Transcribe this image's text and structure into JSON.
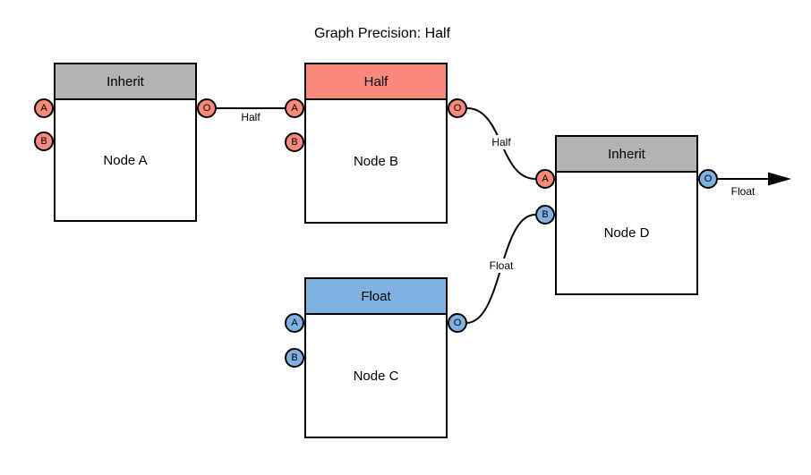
{
  "title": "Graph Precision: Half",
  "colors": {
    "inherit_header": "#B3B3B3",
    "half": "#F9897B",
    "float": "#7FB2E2",
    "stroke": "#000000",
    "node_fill": "#FFFFFF"
  },
  "nodes": [
    {
      "name": "Node A",
      "header": "Inherit",
      "header_color": "#B3B3B3",
      "ports": [
        {
          "label": "A",
          "color": "#F9897B"
        },
        {
          "label": "B",
          "color": "#F9897B"
        },
        {
          "label": "O",
          "color": "#F9897B"
        }
      ]
    },
    {
      "name": "Node B",
      "header": "Half",
      "header_color": "#F9897B",
      "ports": [
        {
          "label": "A",
          "color": "#F9897B"
        },
        {
          "label": "B",
          "color": "#F9897B"
        },
        {
          "label": "O",
          "color": "#F9897B"
        }
      ]
    },
    {
      "name": "Node C",
      "header": "Float",
      "header_color": "#7FB2E2",
      "ports": [
        {
          "label": "A",
          "color": "#7FB2E2"
        },
        {
          "label": "B",
          "color": "#7FB2E2"
        },
        {
          "label": "O",
          "color": "#7FB2E2"
        }
      ]
    },
    {
      "name": "Node D",
      "header": "Inherit",
      "header_color": "#B3B3B3",
      "ports": [
        {
          "label": "A",
          "color": "#F9897B"
        },
        {
          "label": "B",
          "color": "#7FB2E2"
        },
        {
          "label": "O",
          "color": "#7FB2E2"
        }
      ]
    }
  ],
  "edges": [
    {
      "from": "Node A:O",
      "to": "Node B:A",
      "label": "Half"
    },
    {
      "from": "Node B:O",
      "to": "Node D:A",
      "label": "Half"
    },
    {
      "from": "Node C:O",
      "to": "Node D:B",
      "label": "Float"
    },
    {
      "from": "Node D:O",
      "to": "graph-output",
      "label": "Float"
    }
  ]
}
